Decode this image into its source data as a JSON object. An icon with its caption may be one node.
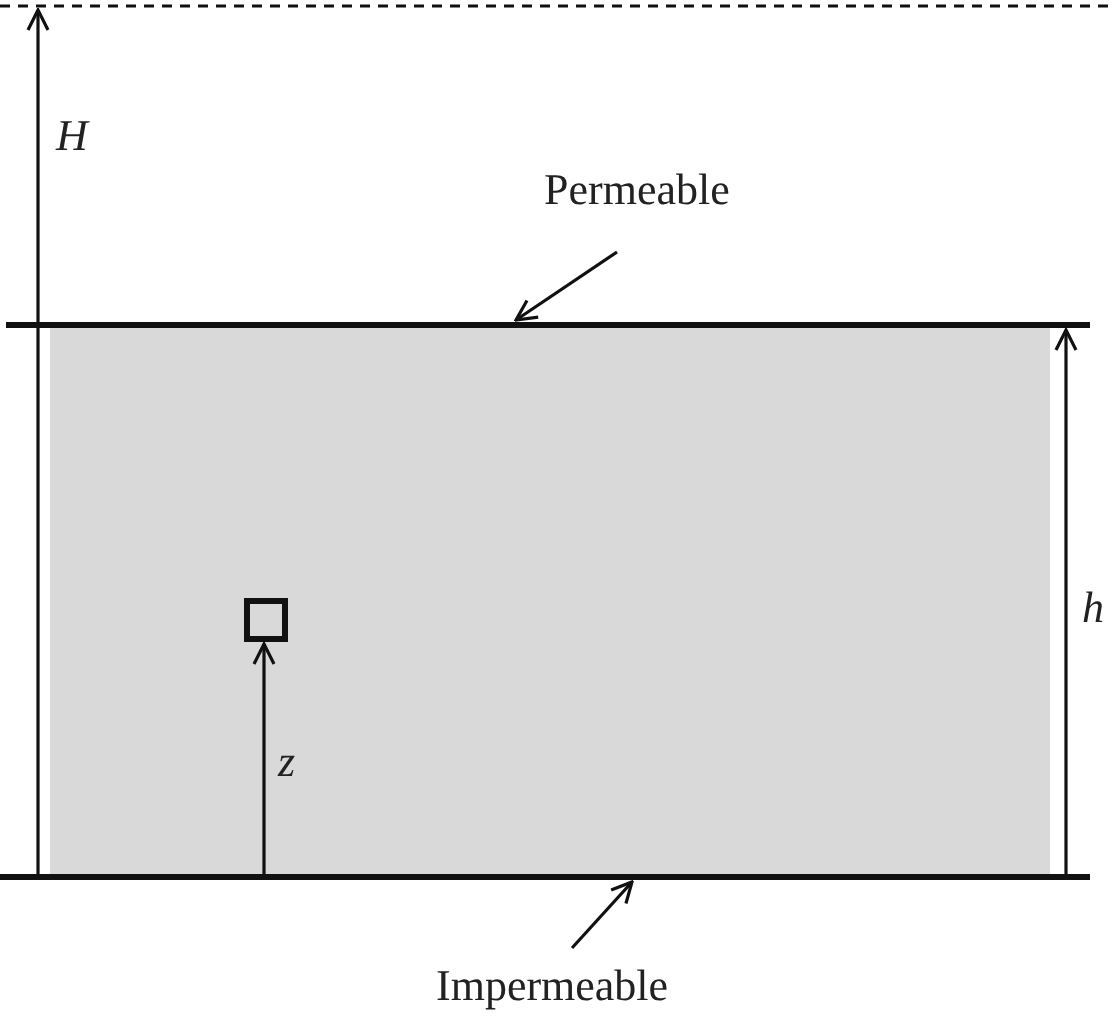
{
  "diagram": {
    "nodes": [
      {
        "text": [
          "Permeable"
        ]
      },
      {
        "text": [],
        "shape": "line"
      },
      {
        "text": [],
        "shape": "box"
      },
      {
        "text": [],
        "shape": "line"
      },
      {
        "text": [
          "Impermeable"
        ]
      }
    ],
    "edges": [
      {
        "from": 0,
        "to": 1,
        "arrow": "to"
      },
      {
        "from": 4,
        "to": 3,
        "arrow": "to"
      },
      {
        "from": 3,
        "to": 1,
        "arrow": "to",
        "label": "h"
      },
      {
        "from": 3,
        "to": 2,
        "arrow": "to",
        "label": "z"
      }
    ],
    "labels": [
      "H"
    ]
  }
}
